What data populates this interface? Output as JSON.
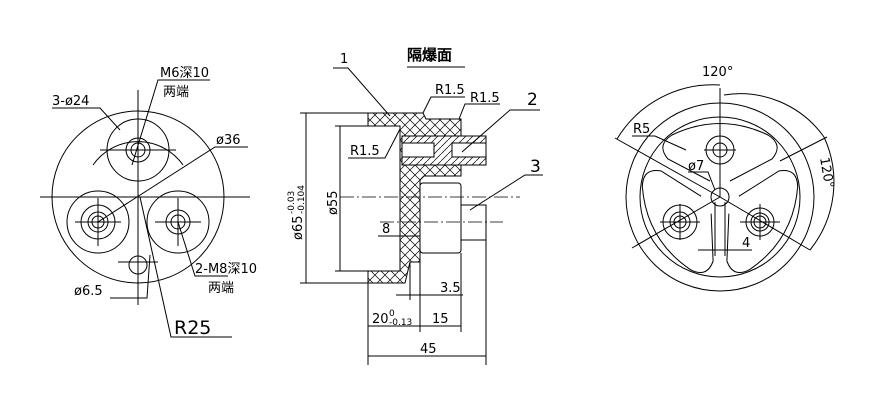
{
  "left_view": {
    "thread_top": "M6深10",
    "thread_top_note": "两端",
    "holes": "3-ø24",
    "dia36": "ø36",
    "dia6_5": "ø6.5",
    "thread_bottom": "2-M8深10",
    "thread_bottom_note": "两端",
    "radius": "R25"
  },
  "section_view": {
    "part1": "1",
    "part2": "2",
    "part3": "3",
    "flame_gap": "隔爆面",
    "r1": "R1.5",
    "r2": "R1.5",
    "r3": "R1.5",
    "dia65": "ø65",
    "dia65_upper": "-0.03",
    "dia65_lower": "-0.104",
    "dia55": "ø55",
    "dim8": "8",
    "dim3_5": "3.5",
    "dim20": "20",
    "dim20_upper": "0",
    "dim20_lower": "-0.13",
    "dim15": "15",
    "dim45": "45"
  },
  "right_view": {
    "angle_top": "120°",
    "angle_right": "120°",
    "r5": "R5",
    "dia7": "ø7",
    "dim4": "4"
  }
}
